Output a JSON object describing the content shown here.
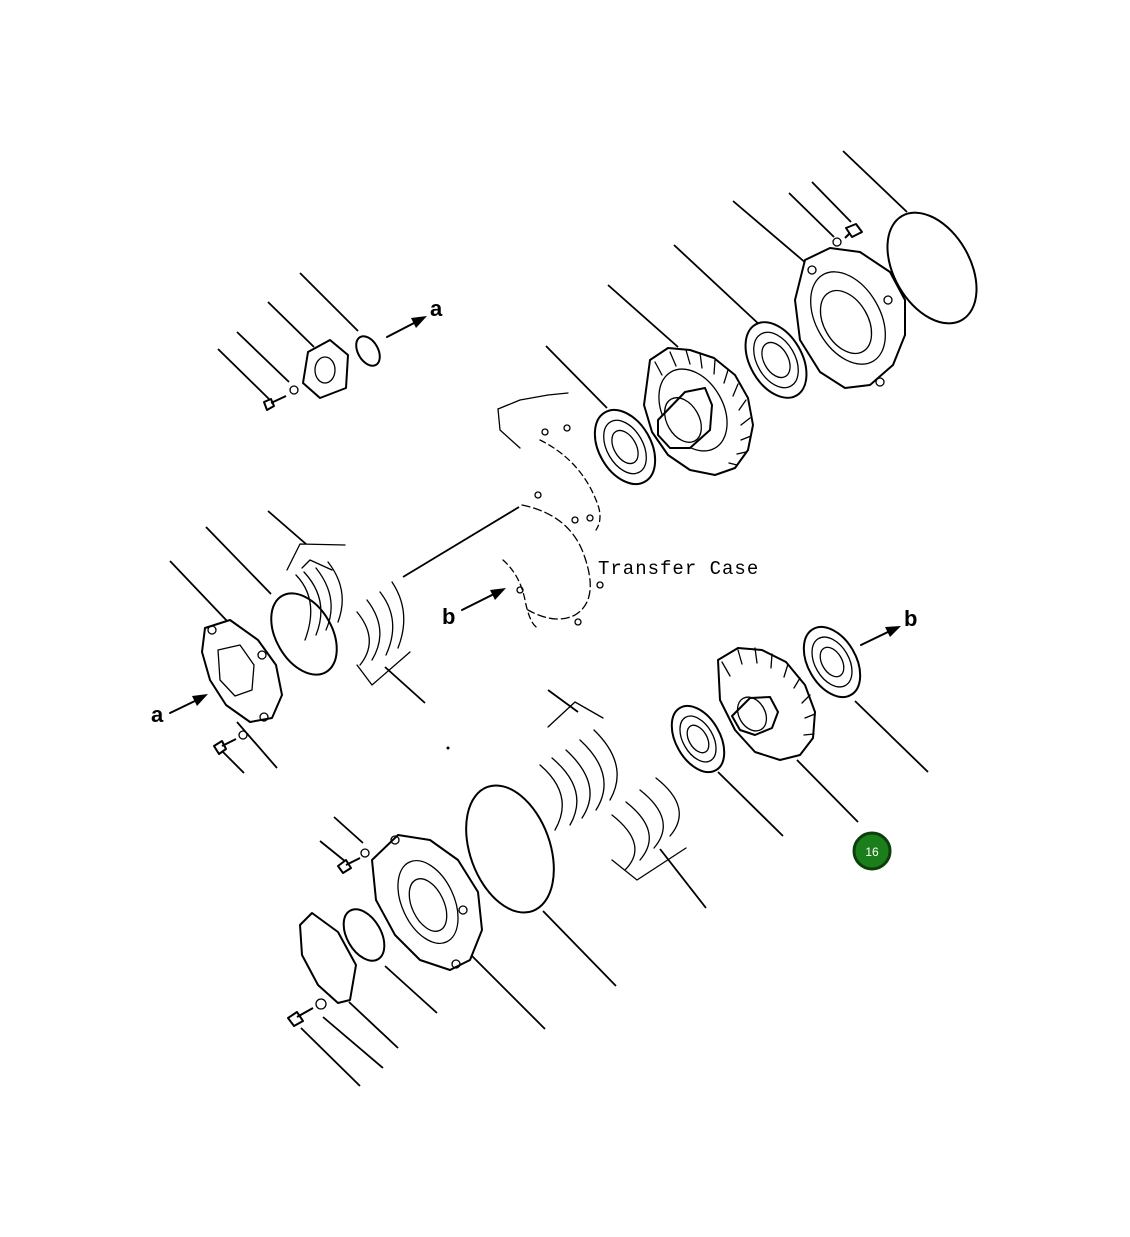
{
  "labels": {
    "case_name": "Transfer Case",
    "ref_a": "a",
    "ref_b": "b"
  },
  "callout": {
    "number": "16",
    "color": "#1a7f1a"
  }
}
